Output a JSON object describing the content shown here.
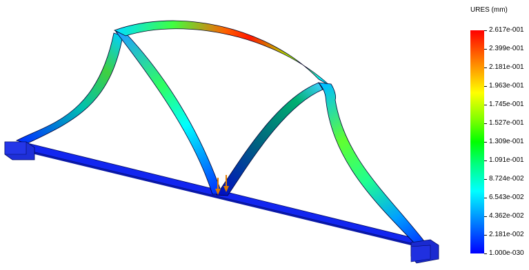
{
  "legend": {
    "title": "URES (mm)",
    "ticks": [
      "2.617e-001",
      "2.399e-001",
      "2.181e-001",
      "1.963e-001",
      "1.745e-001",
      "1.527e-001",
      "1.309e-001",
      "1.091e-001",
      "8.724e-002",
      "6.543e-002",
      "4.362e-002",
      "2.181e-002",
      "1.000e-030"
    ],
    "colors": {
      "max": "#ff0000",
      "high": "#ffff00",
      "mid": "#00ff00",
      "low": "#00ffff",
      "min": "#0000ff"
    }
  },
  "model": {
    "load_arrow_color": "#e07b00"
  }
}
